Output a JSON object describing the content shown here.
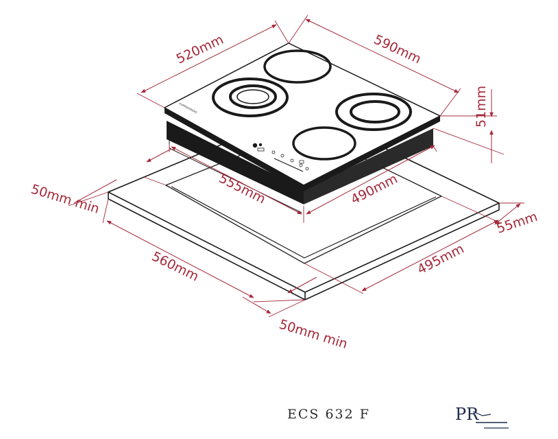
{
  "dimensions": {
    "hob_depth": "520mm",
    "hob_width": "590mm",
    "hob_height": "51mm",
    "cutout_depth": "555mm",
    "cutout_width": "490mm",
    "countertop_side_clearance": "50mm min",
    "countertop_depth": "560mm",
    "countertop_width": "495mm",
    "cutout_height": "55mm",
    "front_clearance": "50mm min"
  },
  "model": "ECS 632 F",
  "brand_mark": "KUPPERSBERG",
  "logo": "PR",
  "colors": {
    "dimension": "#a5283a",
    "outline": "#1a1a1a",
    "logo": "#1b2a4a"
  }
}
